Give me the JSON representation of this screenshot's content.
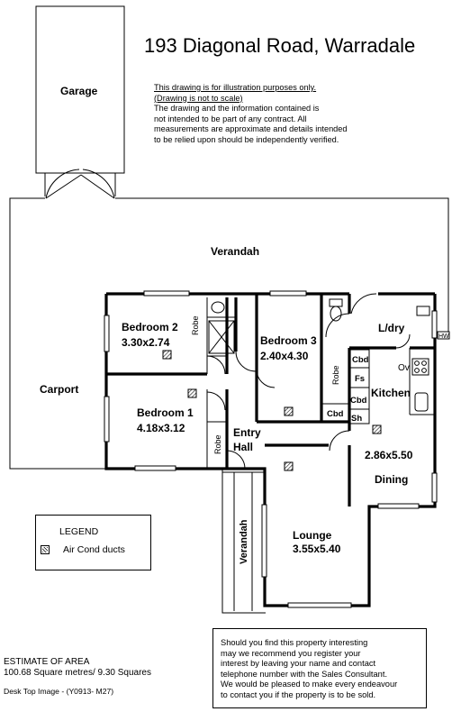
{
  "header": {
    "address": "193 Diagonal Road, Warradale"
  },
  "disclaimer": {
    "line1": "This drawing is for illustration purposes only.",
    "line2": "(Drawing is not to scale)",
    "line3": "The drawing and the information contained is",
    "line4": "not intended to be part of any contract.  All",
    "line5": "measurements are approximate and details intended",
    "line6": "to be relied upon should be independently verified."
  },
  "plan": {
    "garage": "Garage",
    "verandah_top": "Verandah",
    "carport": "Carport",
    "bedroom2": {
      "name": "Bedroom 2",
      "size": "3.30x2.74"
    },
    "bedroom3": {
      "name": "Bedroom 3",
      "size": "2.40x4.30"
    },
    "bedroom1": {
      "name": "Bedroom 1",
      "size": "4.18x3.12"
    },
    "robe_bed2": "Robe",
    "robe_bed3": "Robe",
    "robe_bed1": "Robe",
    "laundry": "L/dry",
    "hws": "HW",
    "cbd_upper": "Cbd",
    "fs": "Fs",
    "cbd_mid": "Cbd",
    "cbd_lower": "Cbd",
    "sh": "Sh",
    "oven": "Ov",
    "kitchen": "Kitchen",
    "entry": {
      "line1": "Entry",
      "line2": "Hall"
    },
    "dining": {
      "size": "2.86x5.50",
      "name": "Dining"
    },
    "lounge": {
      "name": "Lounge",
      "size": "3.55x5.40"
    },
    "verandah_side": "Verandah"
  },
  "legend": {
    "title": "LEGEND",
    "aircon": "Air Cond ducts"
  },
  "estimate": {
    "line1": "ESTIMATE OF AREA",
    "line2": "100.68 Square metres/  9.30 Squares"
  },
  "image_code": "Desk Top Image - (Y0913- M27)",
  "notice": {
    "line1": "Should you find this property interesting",
    "line2": "may we recommend you register your",
    "line3": "interest by leaving your name and contact",
    "line4": "telephone number with the Sales Consultant.",
    "line5": "We would be pleased to make every endeavour",
    "line6": "to contact you if the property is to be sold."
  }
}
